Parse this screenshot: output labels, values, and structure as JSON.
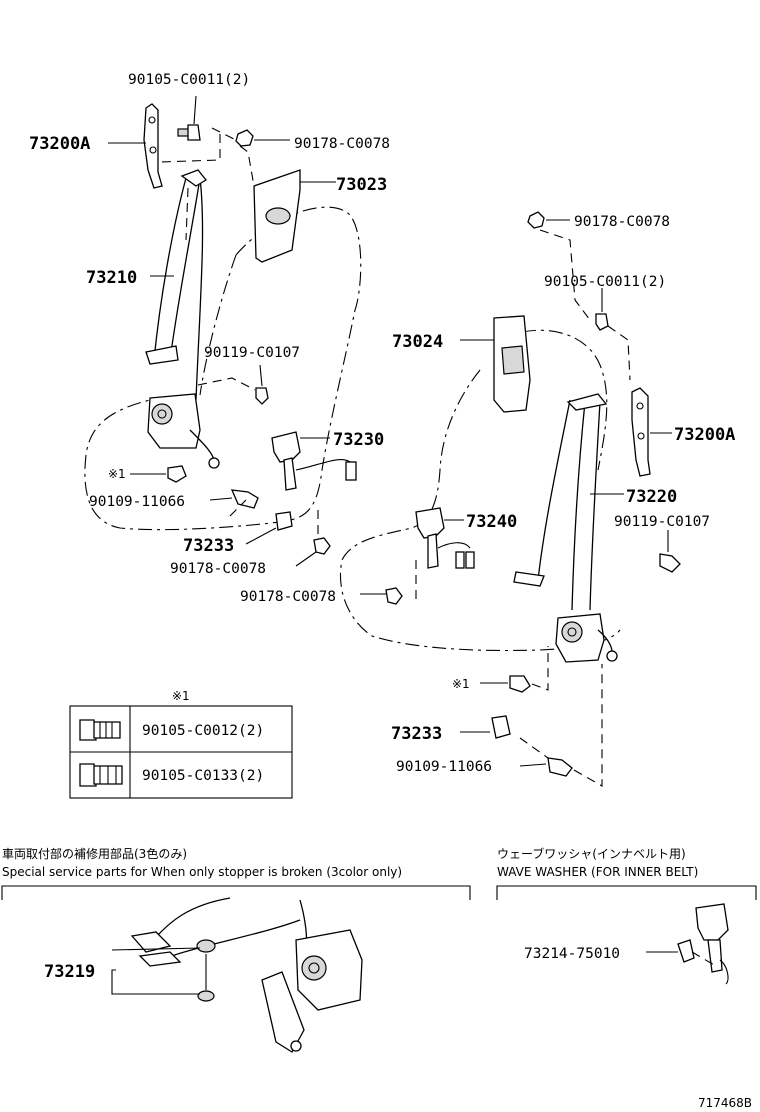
{
  "labels": {
    "l_90105_c0011_top": "90105-C0011(2)",
    "l_73200a_left": "73200A",
    "l_90178_c0078_top_left": "90178-C0078",
    "l_73023": "73023",
    "l_73210": "73210",
    "l_90178_c0078_top_right": "90178-C0078",
    "l_90105_c0011_right": "90105-C0011(2)",
    "l_73024": "73024",
    "l_90119_c0107_left": "90119-C0107",
    "l_73200a_right": "73200A",
    "l_73230": "73230",
    "l_note_mark_left": "※1",
    "l_90109_11066_left": "90109-11066",
    "l_73220": "73220",
    "l_90119_c0107_right": "90119-C0107",
    "l_73240": "73240",
    "l_73233_left": "73233",
    "l_90178_c0078_lower_left": "90178-C0078",
    "l_90178_c0078_lower_mid": "90178-C0078",
    "l_note_mark_right": "※1",
    "l_73233_right": "73233",
    "l_90109_11066_right": "90109-11066"
  },
  "note_table": {
    "title": "※1",
    "rows": [
      {
        "part": "90105-C0012(2)"
      },
      {
        "part": "90105-C0133(2)"
      }
    ]
  },
  "section_service": {
    "title_jp": "車両取付部の補修用部品(3色のみ)",
    "title_en": "Special service parts for When only stopper is broken (3color only)",
    "part": "73219"
  },
  "section_wave": {
    "title_jp": "ウェーブワッシャ(インナベルト用)",
    "title_en": "WAVE WASHER (FOR INNER BELT)",
    "part": "73214-75010"
  },
  "diagram_code": "717468B"
}
